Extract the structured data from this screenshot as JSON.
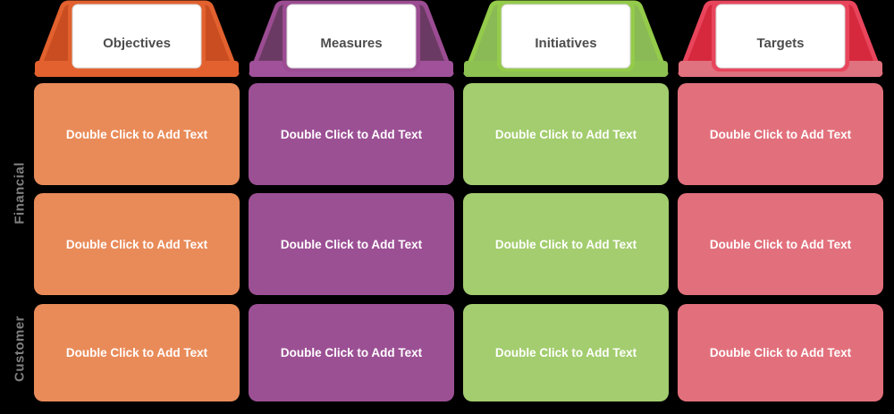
{
  "app": {
    "background": "#000000",
    "description": "Balanced scorecard matrix template with editable placeholder cells"
  },
  "row_labels": [
    {
      "label": "Financial"
    },
    {
      "label": "Customer"
    }
  ],
  "columns": [
    {
      "header": "Objectives",
      "colors": {
        "body": "#E98B59",
        "slope": "#C94D20",
        "edge": "#E2612E",
        "band": "#E2612E"
      },
      "cells": [
        "Double Click to Add Text",
        "Double Click to Add Text",
        "Double Click to Add Text"
      ]
    },
    {
      "header": "Measures",
      "colors": {
        "body": "#9C5094",
        "slope": "#6B3A64",
        "edge": "#9B4C92",
        "band": "#A0519A"
      },
      "cells": [
        "Double Click to Add Text",
        "Double Click to Add Text",
        "Double Click to Add Text"
      ]
    },
    {
      "header": "Initiatives",
      "colors": {
        "body": "#A3CD6E",
        "slope": "#8ABA55",
        "edge": "#94CB4A",
        "band": "#8DC152"
      },
      "cells": [
        "Double Click to Add Text",
        "Double Click to Add Text",
        "Double Click to Add Text"
      ]
    },
    {
      "header": "Targets",
      "colors": {
        "body": "#E2707C",
        "slope": "#D6293E",
        "edge": "#E8455C",
        "band": "#E0717E"
      },
      "cells": [
        "Double Click to Add Text",
        "Double Click to Add Text",
        "Double Click to Add Text"
      ]
    }
  ],
  "text_colors": {
    "header_label": "#4D4D4D",
    "row_label": "#7F7F7F",
    "cell_text": "#FFFFFF"
  }
}
